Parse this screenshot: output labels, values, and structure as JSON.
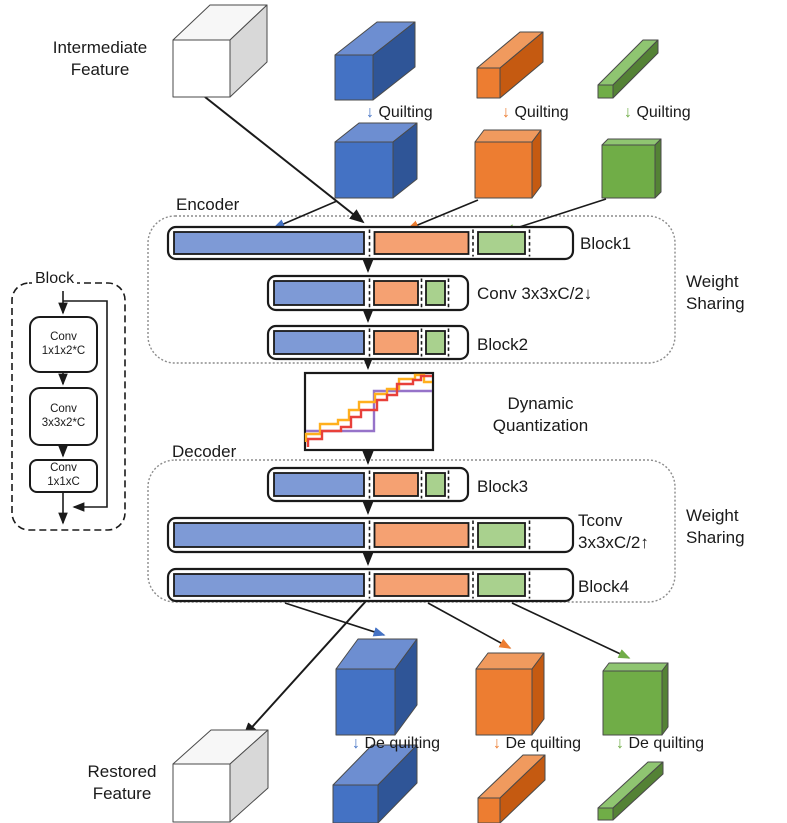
{
  "figure": {
    "input_label": "Intermediate Feature",
    "output_label": "Restored Feature",
    "arrow_down": "↓",
    "quilting_label": "Quilting",
    "dequilting_label": "De quilting",
    "encoder": {
      "title": "Encoder",
      "block1_label": "Block1",
      "conv_label": "Conv 3x3xC/2↓",
      "block2_label": "Block2",
      "weight_sharing": "Weight Sharing"
    },
    "quantization_label": "Dynamic Quantization",
    "decoder": {
      "title": "Decoder",
      "block3_label": "Block3",
      "tconv_label": "Tconv 3x3xC/2↑",
      "block4_label": "Block4",
      "weight_sharing": "Weight Sharing"
    },
    "block_detail": {
      "title": "Block",
      "layers": [
        {
          "line1": "Conv",
          "line2": "1x1x2*C"
        },
        {
          "line1": "Conv",
          "line2": "3x3x2*C"
        },
        {
          "line1": "Conv",
          "line2": "1x1xC"
        }
      ]
    },
    "colors": {
      "blue": "#4472C4",
      "blue_top": "#6D8ED1",
      "blue_side": "#2F5597",
      "blue_fill": "#7E9AD6",
      "orange": "#ED7D31",
      "orange_top": "#F09A5E",
      "orange_side": "#C55A11",
      "orange_fill": "#F5A172",
      "green": "#70AD47",
      "green_top": "#8FC571",
      "green_side": "#548235",
      "green_fill": "#A9D18E",
      "white_top": "#F7F7F7",
      "white_side": "#D8D8D8",
      "quant_red": "#E8403A",
      "quant_orange": "#FFAF1E",
      "quant_purple": "#9673C9"
    }
  }
}
